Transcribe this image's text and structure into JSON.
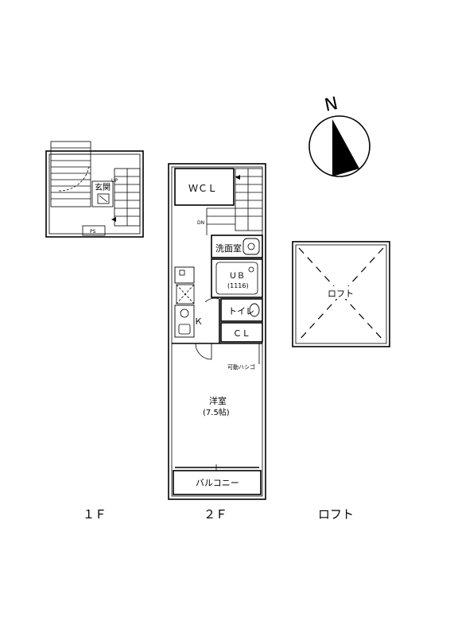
{
  "floors": {
    "f1": {
      "entrance_label": "玄関",
      "up_label": "UP",
      "ps_label": "PS",
      "floor_label": "１Ｆ"
    },
    "f2": {
      "wcl_label": "ＷＣＬ",
      "dn_label": "DN",
      "washroom_label": "洗面室",
      "bath_label": "ＵＢ",
      "bath_size": "(1116)",
      "toilet_label": "トイレ",
      "kitchen_label": "Ｋ",
      "closet_label": "ＣＬ",
      "ladder_label": "可動ハシゴ",
      "western_room_label": "洋室",
      "western_room_size": "(7.5帖)",
      "balcony_label": "バルコニー",
      "floor_label": "２Ｆ"
    },
    "loft": {
      "room_label": "ロフト",
      "floor_label": "ロフト"
    }
  },
  "compass": {
    "north_label": "N"
  }
}
